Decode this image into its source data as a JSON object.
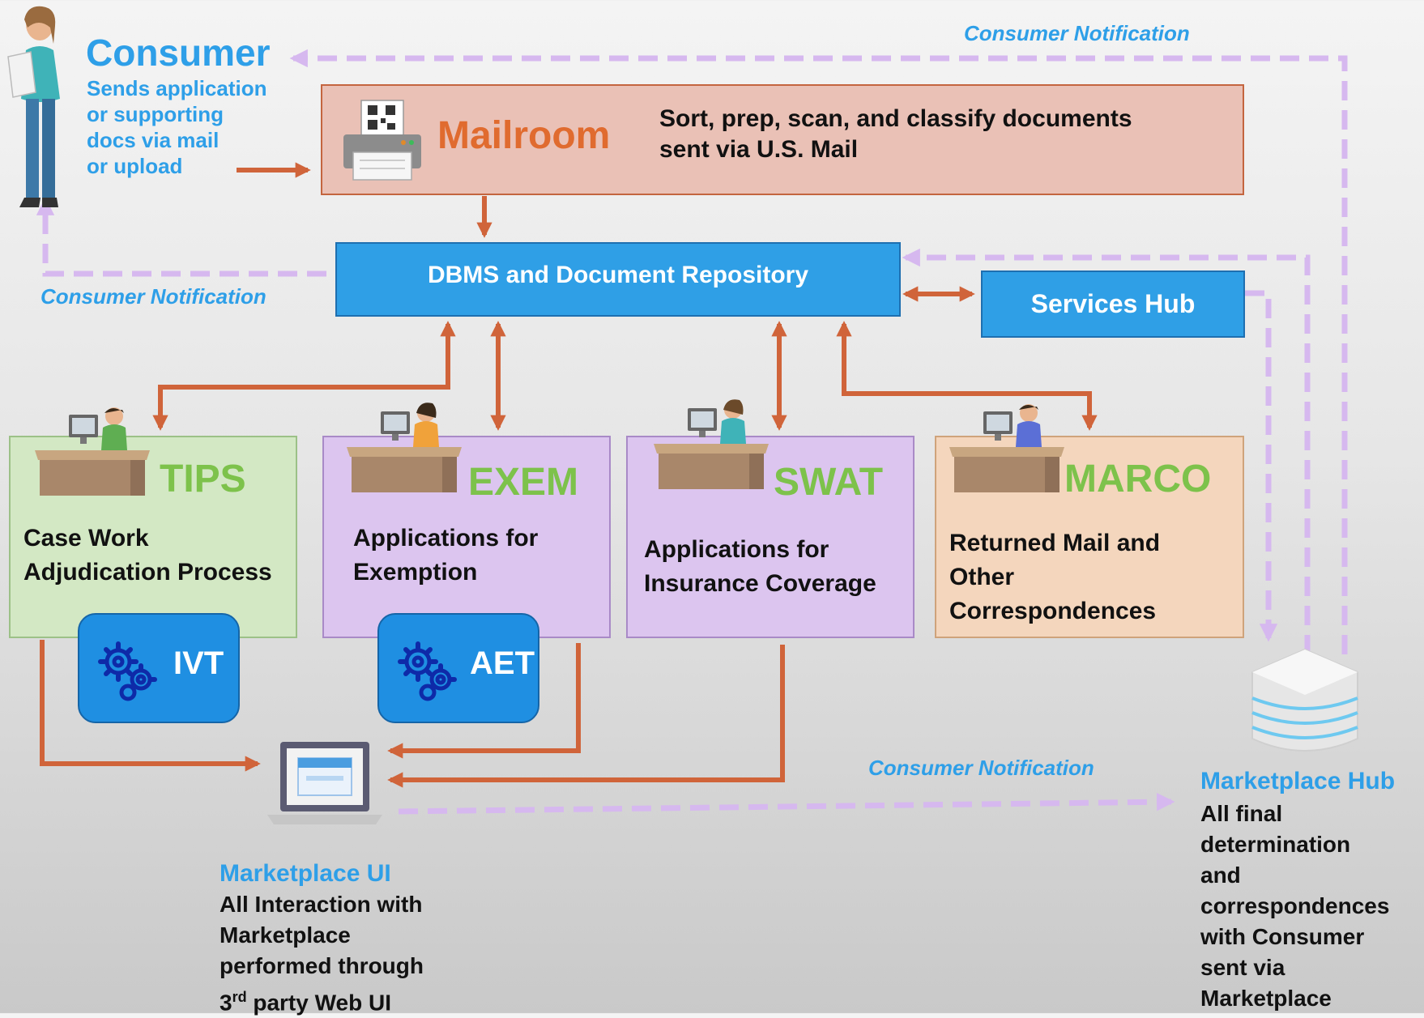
{
  "consumer": {
    "title": "Consumer",
    "desc_lines": [
      "Sends application",
      "or supporting",
      "docs via mail",
      "or upload"
    ]
  },
  "mailroom": {
    "title": "Mailroom",
    "desc_lines": [
      "Sort, prep, scan, and classify documents",
      "sent via U.S. Mail"
    ]
  },
  "dbms": {
    "label": "DBMS and Document Repository"
  },
  "services_hub": {
    "label": "Services Hub"
  },
  "notifications": {
    "top": "Consumer Notification",
    "left": "Consumer Notification",
    "bottom": "Consumer Notification"
  },
  "units": {
    "tips": {
      "title": "TIPS",
      "desc_lines": [
        "Case Work",
        "Adjudication Process"
      ]
    },
    "exem": {
      "title": "EXEM",
      "desc_lines": [
        "Applications for",
        "Exemption"
      ]
    },
    "swat": {
      "title": "SWAT",
      "desc_lines": [
        "Applications for",
        "Insurance Coverage"
      ]
    },
    "marco": {
      "title": "MARCO",
      "desc_lines": [
        "Returned Mail and",
        "Other",
        "Correspondences"
      ]
    }
  },
  "tools": {
    "ivt": "IVT",
    "aet": "AET"
  },
  "marketplace_ui": {
    "title": "Marketplace UI",
    "desc_lines": [
      "All Interaction with",
      "Marketplace",
      "performed through"
    ],
    "last_line_prefix": "3",
    "last_line_sup": "rd",
    "last_line_rest": " party Web UI"
  },
  "marketplace_hub": {
    "title": "Marketplace Hub",
    "desc_lines": [
      "All final",
      "determination",
      "and",
      "correspondences",
      "with Consumer",
      "sent via",
      "Marketplace"
    ]
  },
  "colors": {
    "accent_blue": "#2e9fe8",
    "box_blue": "#2f9fe6",
    "arrow_orange": "#d0643a",
    "dash_lavender": "#d6b8ef",
    "mailroom_fill": "#eac1b6",
    "tips_fill": "#d3e8c4",
    "exem_fill": "#dcc5ef",
    "marco_fill": "#f4d6bd",
    "title_green": "#7dc24b",
    "mailroom_title": "#e06b2f"
  }
}
